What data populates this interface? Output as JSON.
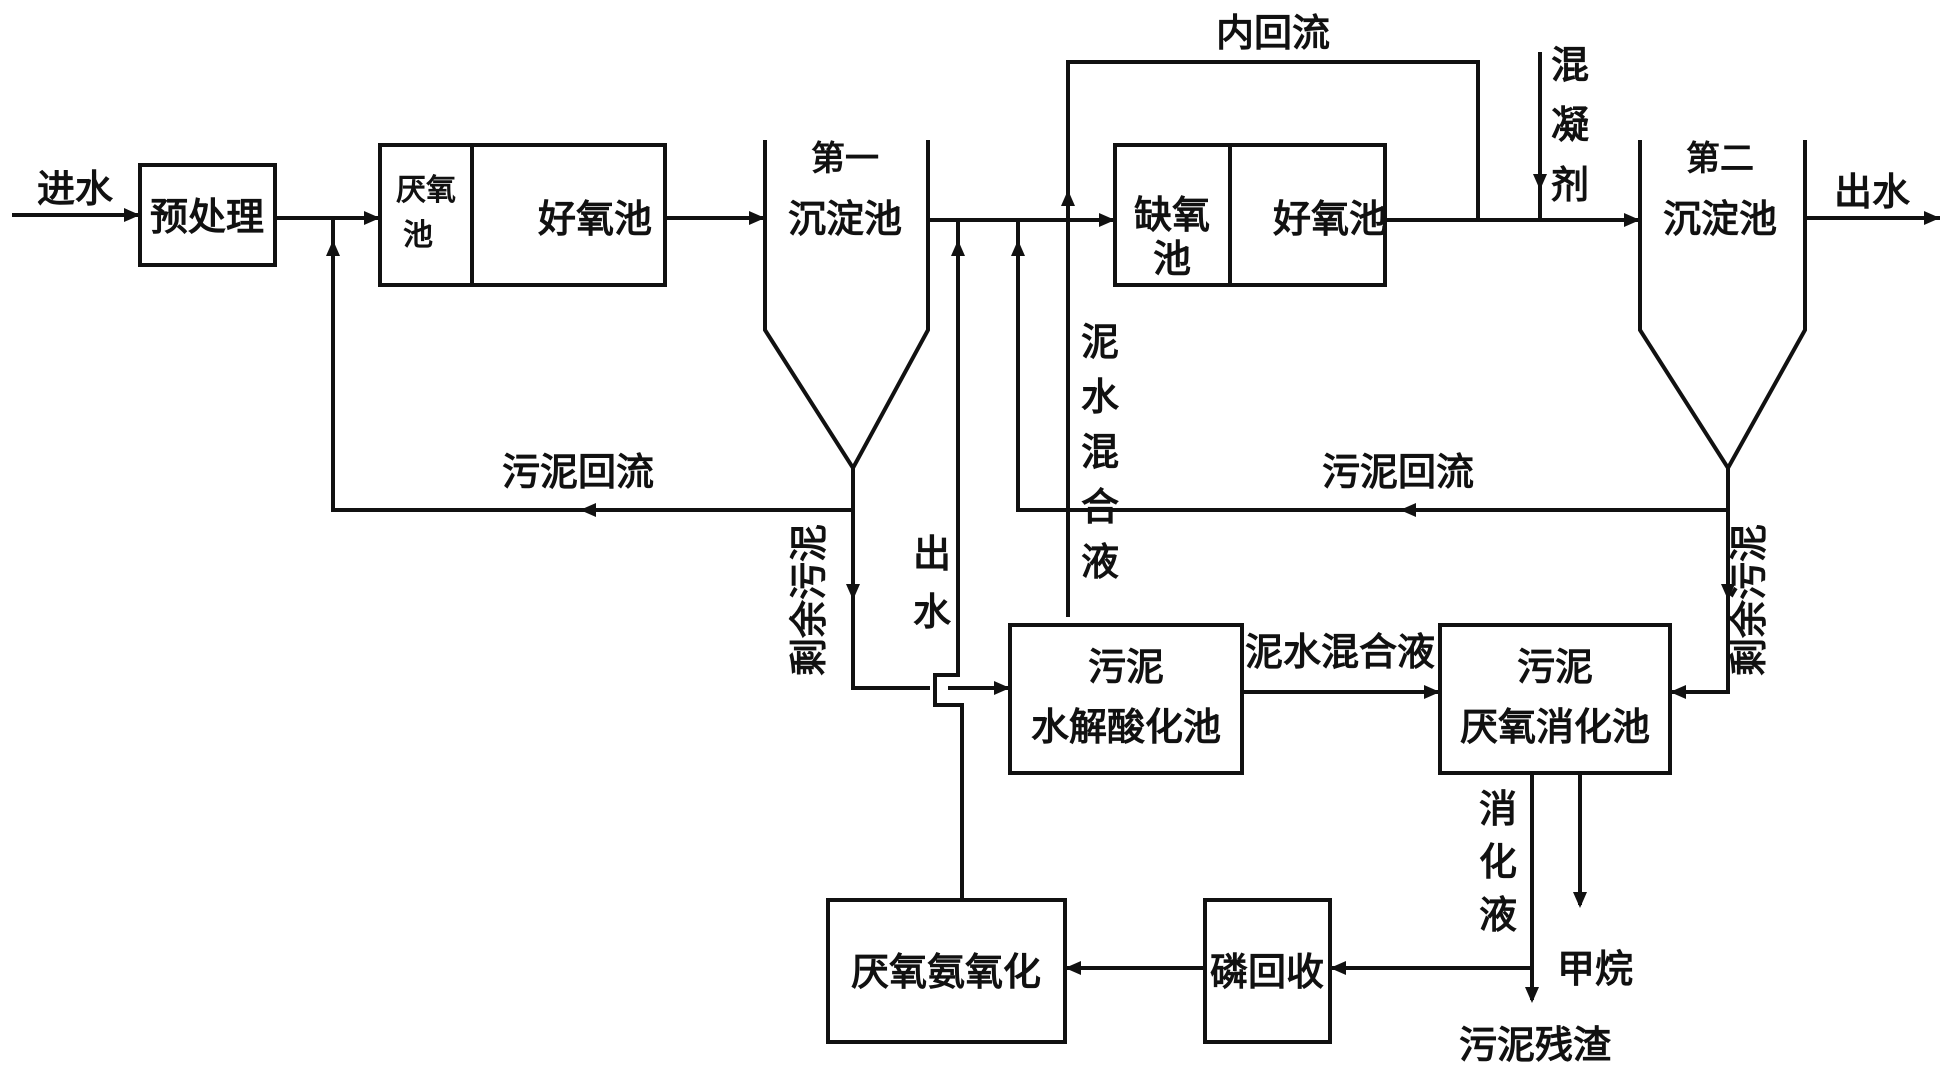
{
  "inputs": {
    "inflow": "进水",
    "outflow": "出水"
  },
  "units": {
    "pretreat": "预处理",
    "anaerobic1": [
      "厌氧",
      "池"
    ],
    "aerobic1": "好氧池",
    "clarifier1": [
      "第一",
      "沉淀池"
    ],
    "anoxic": [
      "缺氧",
      "池"
    ],
    "aerobic2": "好氧池",
    "clarifier2": [
      "第二",
      "沉淀池"
    ],
    "hydrolysis": [
      "污泥",
      "水解酸化池"
    ],
    "digester": [
      "污泥",
      "厌氧消化池"
    ],
    "anammox": "厌氧氨氧化",
    "phosphorus": "磷回收"
  },
  "flows": {
    "internal_return": "内回流",
    "coagulant": [
      "混",
      "凝",
      "剂"
    ],
    "sludge_return_1": "污泥回流",
    "sludge_return_2": "污泥回流",
    "excess_sludge_1": [
      "剩",
      "余",
      "污",
      "泥"
    ],
    "excess_sludge_2": [
      "剩",
      "余",
      "污",
      "泥"
    ],
    "outflow_vertical": [
      "出",
      "水"
    ],
    "mixed_liquor_vertical": [
      "泥",
      "水",
      "混",
      "合",
      "液"
    ],
    "mixed_liquor_horizontal": "泥水混合液",
    "digestate": [
      "消",
      "化",
      "液"
    ],
    "methane": "甲烷",
    "sludge_residue": "污泥残渣"
  }
}
